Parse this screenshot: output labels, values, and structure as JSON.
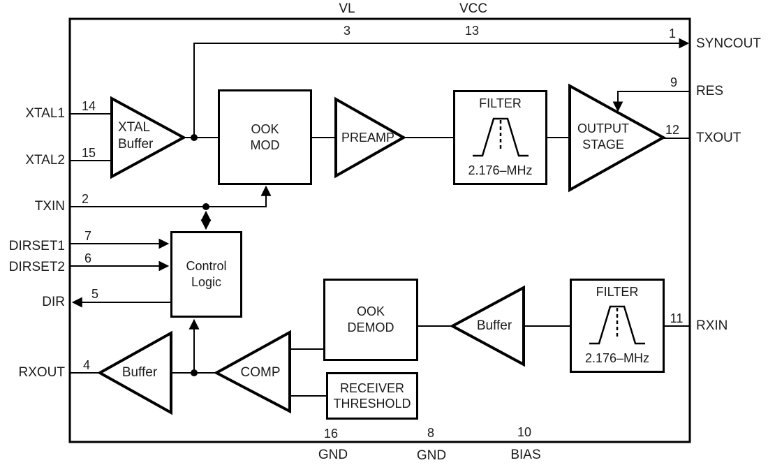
{
  "chip": {
    "background": "#ffffff",
    "line_color": "#000000"
  },
  "blocks": {
    "xtal_buffer": {
      "line1": "XTAL",
      "line2": "Buffer"
    },
    "ook_mod": {
      "line1": "OOK",
      "line2": "MOD"
    },
    "preamp": {
      "label": "PREAMP"
    },
    "tx_filter": {
      "title": "FILTER",
      "freq": "2.176–MHz"
    },
    "output_stage": {
      "line1": "OUTPUT",
      "line2": "STAGE"
    },
    "control_logic": {
      "line1": "Control",
      "line2": "Logic"
    },
    "ook_demod": {
      "line1": "OOK",
      "line2": "DEMOD"
    },
    "receiver_threshold": {
      "line1": "RECEIVER",
      "line2": "THRESHOLD"
    },
    "comp": {
      "label": "COMP"
    },
    "rx_buffer": {
      "label": "Buffer"
    },
    "rx_filter": {
      "title": "FILTER",
      "freq": "2.176–MHz"
    },
    "rxout_buffer": {
      "label": "Buffer"
    }
  },
  "pins": {
    "left": [
      {
        "name": "XTAL1",
        "number": "14"
      },
      {
        "name": "XTAL2",
        "number": "15"
      },
      {
        "name": "TXIN",
        "number": "2"
      },
      {
        "name": "DIRSET1",
        "number": "7"
      },
      {
        "name": "DIRSET2",
        "number": "6"
      },
      {
        "name": "DIR",
        "number": "5"
      },
      {
        "name": "RXOUT",
        "number": "4"
      }
    ],
    "right": [
      {
        "name": "SYNCOUT",
        "number": "1"
      },
      {
        "name": "RES",
        "number": "9"
      },
      {
        "name": "TXOUT",
        "number": "12"
      },
      {
        "name": "RXIN",
        "number": "11"
      }
    ],
    "top": [
      {
        "name": "VL",
        "number": "3"
      },
      {
        "name": "VCC",
        "number": "13"
      }
    ],
    "bottom": [
      {
        "name": "GND",
        "number": "16"
      },
      {
        "name": "GND",
        "number": "8"
      },
      {
        "name": "BIAS",
        "number": "10"
      }
    ]
  }
}
